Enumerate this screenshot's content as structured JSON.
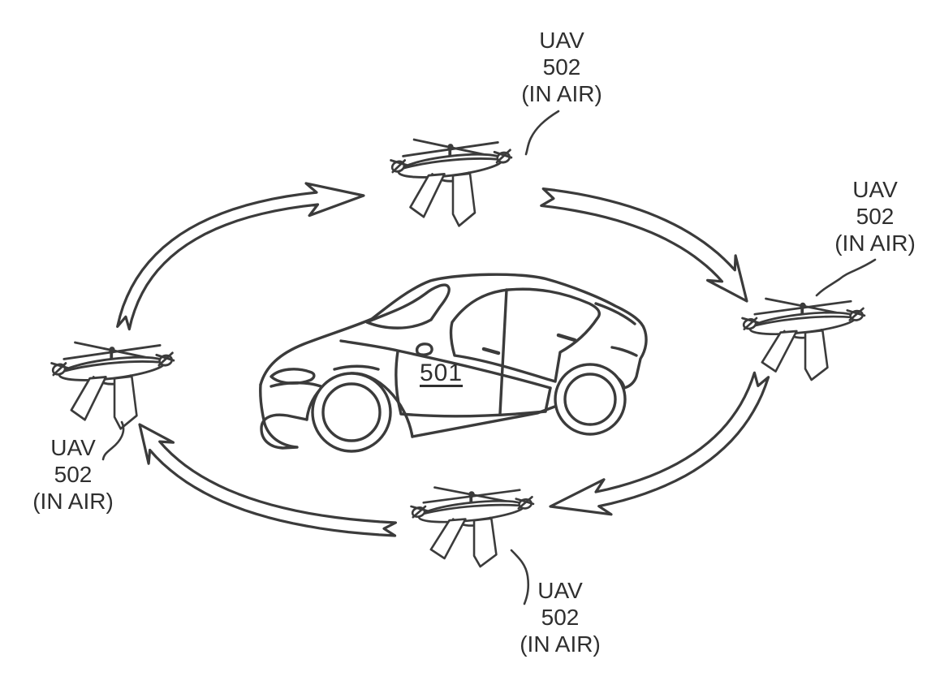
{
  "figure": {
    "background_color": "#ffffff",
    "line_color": "#3b3b3b",
    "text_color": "#2f2f2f",
    "car": {
      "ref_label": "501"
    },
    "uav_labels": [
      {
        "position": "top",
        "lines": [
          "UAV",
          "502",
          "(IN AIR)"
        ]
      },
      {
        "position": "right",
        "lines": [
          "UAV",
          "502",
          "(IN AIR)"
        ]
      },
      {
        "position": "left",
        "lines": [
          "UAV",
          "502",
          "(IN AIR)"
        ]
      },
      {
        "position": "bottom",
        "lines": [
          "UAV",
          "502",
          "(IN AIR)"
        ]
      }
    ],
    "icons": {
      "drone": "quadcopter-drone-icon",
      "car": "sedan-car-icon",
      "flow_arrow": "curved-flow-arrow-icon",
      "leader": "leader-line"
    }
  }
}
